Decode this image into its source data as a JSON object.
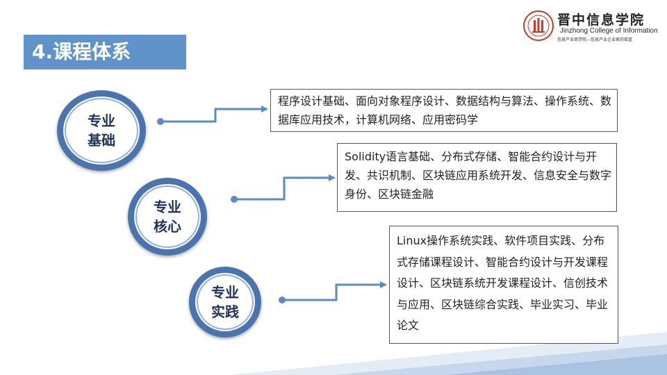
{
  "header": {
    "title": "4.课程体系"
  },
  "logo": {
    "name_cn": "晋中信息学院",
    "name_en": "Jinzhong College of Information",
    "motto": "信息产业商学院—信息产业企业家的摇篮"
  },
  "modules": [
    {
      "label_line1": "专业",
      "label_line2": "基础",
      "courses": "程序设计基础、面向对象程序设计、数据结构与算法、操作系统、数据库应用技术，计算机网络、应用密码学"
    },
    {
      "label_line1": "专业",
      "label_line2": "核心",
      "courses": "Solidity语言基础、分布式存储、智能合约设计与开发、共识机制、区块链应用系统开发、信息安全与数字身份、区块链金融"
    },
    {
      "label_line1": "专业",
      "label_line2": "实践",
      "courses": "Linux操作系统实践、软件项目实践、分布式存储课程设计、智能合约设计与开发课程设计、区块链系统开发课程设计、信创技术与应用、区块链综合实践、毕业实习、毕业论文"
    }
  ],
  "colors": {
    "accent": "#5f93c9",
    "circle_ring": "#4b74ae",
    "connector": "#5b8ac4"
  }
}
